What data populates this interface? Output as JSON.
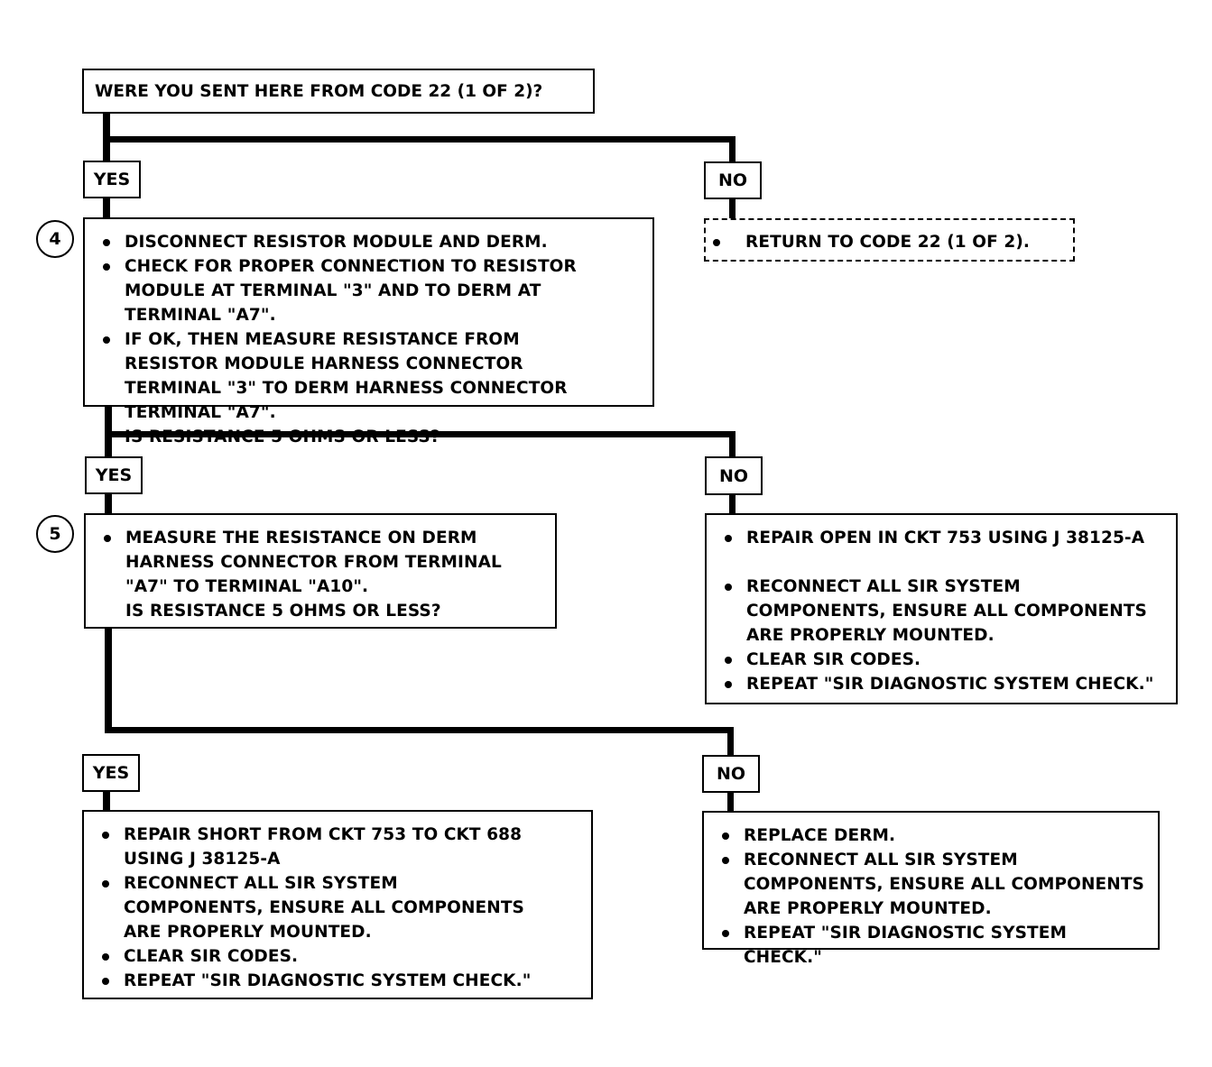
{
  "q1": {
    "text": "WERE YOU SENT HERE FROM CODE 22 (1 OF 2)?"
  },
  "branch1": {
    "yes": "YES",
    "no": "NO",
    "no_action": {
      "items": [
        "RETURN TO CODE 22 (1 OF 2)."
      ]
    }
  },
  "step4": {
    "number": "4",
    "items": [
      "DISCONNECT RESISTOR MODULE AND DERM.",
      "CHECK FOR PROPER CONNECTION TO RESISTOR MODULE AT TERMINAL \"3\" AND TO DERM AT TERMINAL \"A7\".",
      "IF OK, THEN MEASURE RESISTANCE FROM RESISTOR MODULE HARNESS CONNECTOR TERMINAL \"3\" TO DERM HARNESS CONNECTOR TERMINAL \"A7\".\nIS RESISTANCE 5 OHMS OR LESS?"
    ]
  },
  "branch2": {
    "yes": "YES",
    "no": "NO",
    "no_action": {
      "items": [
        "REPAIR OPEN IN CKT 753 USING J 38125-A",
        "RECONNECT ALL SIR SYSTEM COMPONENTS, ENSURE ALL COMPONENTS ARE PROPERLY MOUNTED.",
        "CLEAR SIR CODES.",
        "REPEAT \"SIR DIAGNOSTIC SYSTEM CHECK.\""
      ]
    }
  },
  "step5": {
    "number": "5",
    "items": [
      "MEASURE THE RESISTANCE ON DERM HARNESS CONNECTOR FROM TERMINAL \"A7\" TO TERMINAL \"A10\".\nIS RESISTANCE 5 OHMS OR LESS?"
    ]
  },
  "branch3": {
    "yes": "YES",
    "no": "NO",
    "yes_action": {
      "items": [
        "REPAIR SHORT FROM CKT 753 TO CKT 688 USING J 38125-A",
        "RECONNECT ALL SIR SYSTEM COMPONENTS, ENSURE ALL COMPONENTS ARE PROPERLY MOUNTED.",
        "CLEAR SIR CODES.",
        "REPEAT \"SIR DIAGNOSTIC SYSTEM CHECK.\""
      ]
    },
    "no_action": {
      "items": [
        "REPLACE DERM.",
        "RECONNECT ALL SIR SYSTEM COMPONENTS, ENSURE ALL COMPONENTS ARE PROPERLY MOUNTED.",
        "REPEAT \"SIR DIAGNOSTIC SYSTEM CHECK.\""
      ]
    }
  }
}
